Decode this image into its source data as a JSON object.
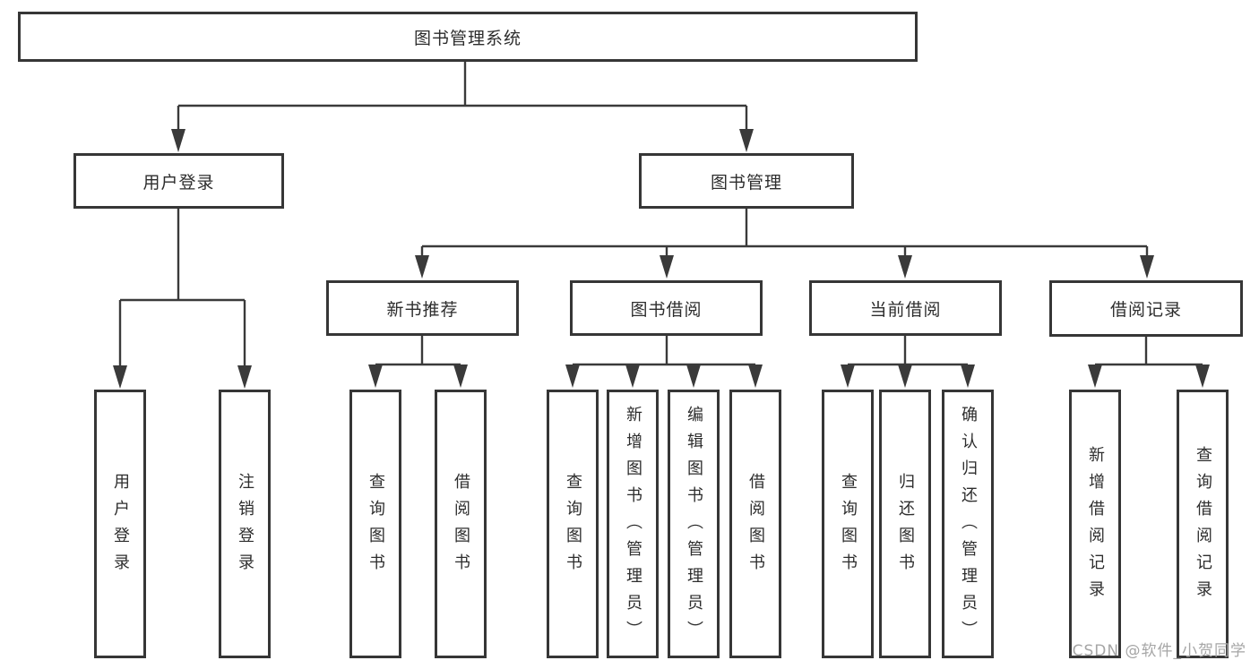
{
  "tree": {
    "root": {
      "label": "图书管理系统"
    },
    "level2": [
      {
        "label": "用户登录"
      },
      {
        "label": "图书管理"
      }
    ],
    "level3": [
      {
        "label": "新书推荐"
      },
      {
        "label": "图书借阅"
      },
      {
        "label": "当前借阅"
      },
      {
        "label": "借阅记录"
      }
    ],
    "leaves": {
      "user_login": [
        {
          "label": "用户登录"
        },
        {
          "label": "注销登录"
        }
      ],
      "new_book_recommend": [
        {
          "label": "查询图书"
        },
        {
          "label": "借阅图书"
        }
      ],
      "book_borrow": [
        {
          "label": "查询图书"
        },
        {
          "label": "新增图书（管理员）"
        },
        {
          "label": "编辑图书（管理员）"
        },
        {
          "label": "借阅图书"
        }
      ],
      "current_borrow": [
        {
          "label": "查询图书"
        },
        {
          "label": "归还图书"
        },
        {
          "label": "确认归还（管理员）"
        }
      ],
      "borrow_records": [
        {
          "label": "新增借阅记录"
        },
        {
          "label": "查询借阅记录"
        }
      ]
    }
  },
  "watermark": {
    "text": "CSDN @软件_小贺同学"
  },
  "colors": {
    "line": "#3a3a3a",
    "box_border": "#363636",
    "text": "#2d2d2d",
    "watermark": "#a6a6a6",
    "background": "#ffffff"
  }
}
